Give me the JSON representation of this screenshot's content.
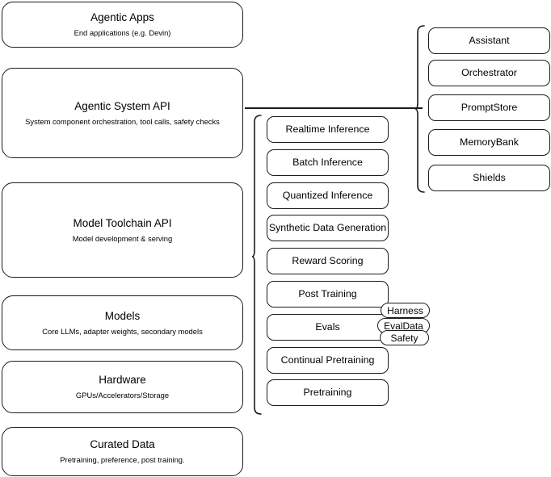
{
  "diagram": {
    "title": "AI Stack Layers Architecture",
    "stroke_color": "#1b1b1b",
    "background_color": "#ffffff"
  },
  "stack_layers": [
    {
      "name": "agentic-apps",
      "title": "Agentic Apps",
      "subtitle": "End applications (e.g. Devin)"
    },
    {
      "name": "agentic-system-api",
      "title": "Agentic System API",
      "subtitle": "System component orchestration, tool calls, safety checks"
    },
    {
      "name": "model-toolchain-api",
      "title": "Model Toolchain API",
      "subtitle": "Model development & serving"
    },
    {
      "name": "models",
      "title": "Models",
      "subtitle": "Core LLMs, adapter weights, secondary models"
    },
    {
      "name": "hardware",
      "title": "Hardware",
      "subtitle": "GPUs/Accelerators/Storage"
    },
    {
      "name": "curated-data",
      "title": "Curated Data",
      "subtitle": "Pretraining, preference, post training."
    }
  ],
  "toolchain_capabilities": [
    {
      "name": "realtime-inference",
      "label": "Realtime Inference"
    },
    {
      "name": "batch-inference",
      "label": "Batch Inference"
    },
    {
      "name": "quantized-inference",
      "label": "Quantized Inference"
    },
    {
      "name": "synthetic-data-generation",
      "label": "Synthetic Data Generation"
    },
    {
      "name": "reward-scoring",
      "label": "Reward Scoring"
    },
    {
      "name": "post-training",
      "label": "Post Training"
    },
    {
      "name": "evals",
      "label": "Evals"
    },
    {
      "name": "continual-pretraining",
      "label": "Continual Pretraining"
    },
    {
      "name": "pretraining",
      "label": "Pretraining"
    }
  ],
  "system_components": [
    {
      "name": "assistant",
      "label": "Assistant"
    },
    {
      "name": "orchestrator",
      "label": "Orchestrator"
    },
    {
      "name": "promptstore",
      "label": "PromptStore"
    },
    {
      "name": "memorybank",
      "label": "MemoryBank"
    },
    {
      "name": "shields",
      "label": "Shields"
    }
  ],
  "eval_pills": [
    {
      "name": "harness",
      "label": "Harness"
    },
    {
      "name": "evaldata",
      "label": "EvalData"
    },
    {
      "name": "safety",
      "label": "Safety"
    }
  ]
}
